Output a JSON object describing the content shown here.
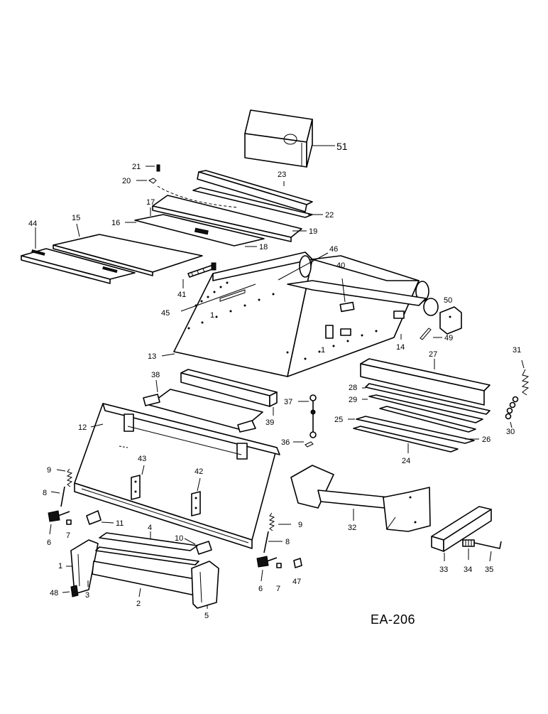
{
  "drawing_code": "EA-206",
  "labels": {
    "p1": "1",
    "p2": "2",
    "p3": "3",
    "p4": "4",
    "p5": "5",
    "p6a": "6",
    "p6b": "6",
    "p7a": "7",
    "p7b": "7",
    "p8a": "8",
    "p8b": "8",
    "p9a": "9",
    "p9b": "9",
    "p10": "10",
    "p11": "11",
    "p12": "12",
    "p13": "13",
    "p14": "14",
    "p15": "15",
    "p16": "16",
    "p17": "17",
    "p18": "18",
    "p19": "19",
    "p20": "20",
    "p21": "21",
    "p22": "22",
    "p23": "23",
    "p24": "24",
    "p25": "25",
    "p26": "26",
    "p27": "27",
    "p28": "28",
    "p29": "29",
    "p30": "30",
    "p31": "31",
    "p32": "32",
    "p33": "33",
    "p34": "34",
    "p35": "35",
    "p36": "36",
    "p37": "37",
    "p38": "38",
    "p39": "39",
    "p40": "40",
    "p41": "41",
    "p42": "42",
    "p43": "43",
    "p44": "44",
    "p45": "45",
    "p46": "46",
    "p47": "47",
    "p48": "48",
    "p49": "49",
    "p50": "50",
    "p51": "51"
  },
  "body_marks": {
    "left_side": "1",
    "right_side": "1"
  }
}
